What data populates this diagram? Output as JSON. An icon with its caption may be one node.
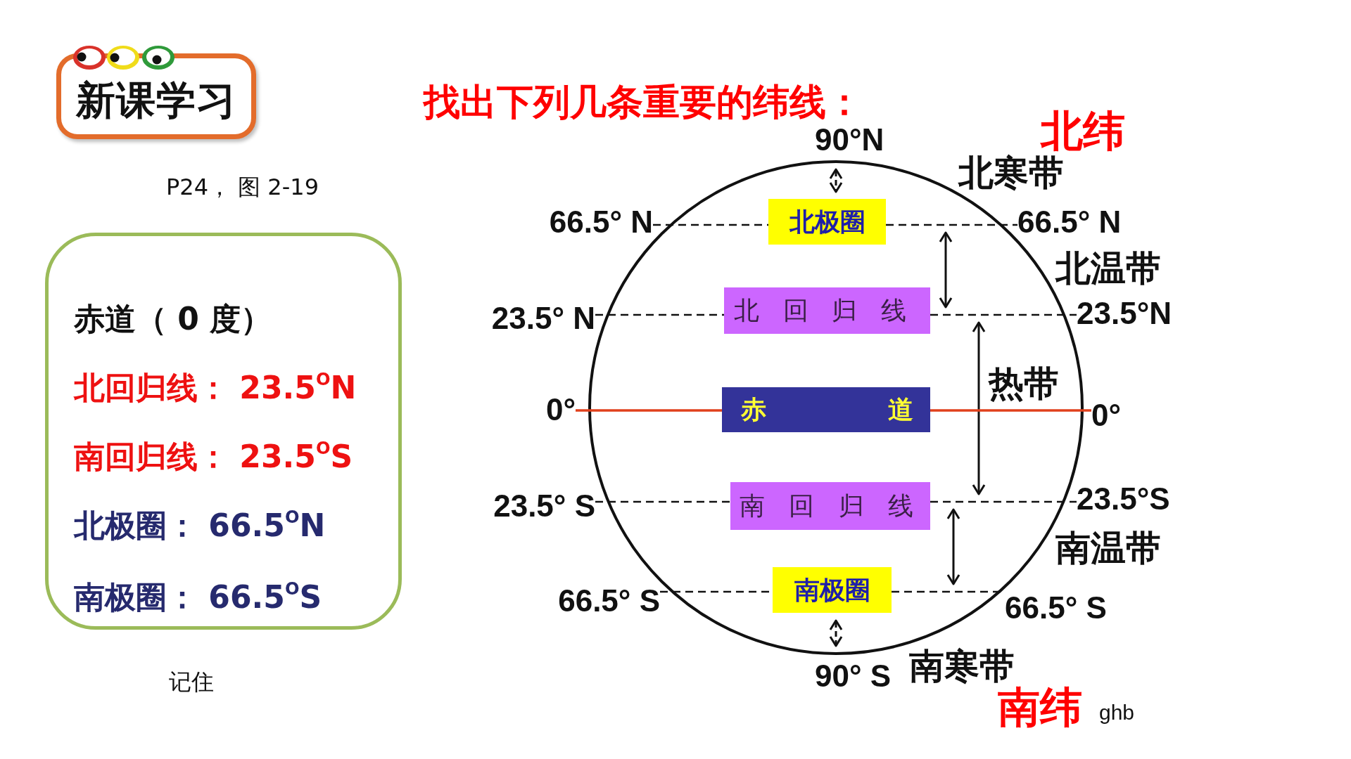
{
  "diagram": {
    "title": "找出下列几条重要的纬线：",
    "nodes": [
      {
        "text": [
          "新课学习"
        ]
      },
      {
        "text": [
          "赤道（ 0 度）",
          "北回归线： 23.5$^{O}$N",
          "南回归线： 23.5$^{O}$S",
          "北极圈： 66.5$^{O}$N",
          "南极圈： 66.5$^{O}$S"
        ]
      },
      {
        "text": [
          "北极圈"
        ]
      },
      {
        "text": [
          "北 回 归 线"
        ]
      },
      {
        "text": [
          "赤 道"
        ]
      },
      {
        "text": [
          "南 回 归 线"
        ]
      },
      {
        "text": [
          "南极圈"
        ]
      },
      {
        "text": [
          "66.5° N"
        ]
      },
      {
        "text": [
          "66.5° N"
        ]
      },
      {
        "text": [
          "23.5° N"
        ]
      },
      {
        "text": [
          "23.5°N"
        ]
      },
      {
        "text": [
          "0°"
        ]
      },
      {
        "text": [
          "0°"
        ]
      },
      {
        "text": [
          "23.5° S"
        ]
      },
      {
        "text": [
          "23.5°S"
        ]
      },
      {
        "text": [
          "66.5° S"
        ]
      },
      {
        "text": [
          "66.5° S"
        ]
      }
    ],
    "edges": [
      {
        "from": 7,
        "to": 2,
        "arrow": "none",
        "style": "dashed"
      },
      {
        "from": 2,
        "to": 8,
        "arrow": "none",
        "style": "dashed"
      },
      {
        "from": 9,
        "to": 3,
        "arrow": "none",
        "style": "dashed"
      },
      {
        "from": 3,
        "to": 10,
        "arrow": "none",
        "style": "dashed"
      },
      {
        "from": 11,
        "to": 4,
        "arrow": "none",
        "color": "#e0401c"
      },
      {
        "from": 4,
        "to": 12,
        "arrow": "none",
        "color": "#e0401c"
      },
      {
        "from": 13,
        "to": 5,
        "arrow": "none",
        "style": "dashed"
      },
      {
        "from": 5,
        "to": 14,
        "arrow": "none",
        "style": "dashed"
      },
      {
        "from": 15,
        "to": 6,
        "arrow": "none",
        "style": "dashed"
      },
      {
        "from": 6,
        "to": 16,
        "arrow": "none",
        "style": "dashed"
      }
    ],
    "labels": [
      "P24， 图 2-19",
      "记住",
      "北纬",
      "90°N",
      "北寒带",
      "北温带",
      "热带",
      "南温带",
      "南寒带",
      "90° S",
      "南纬",
      "ghb"
    ]
  }
}
